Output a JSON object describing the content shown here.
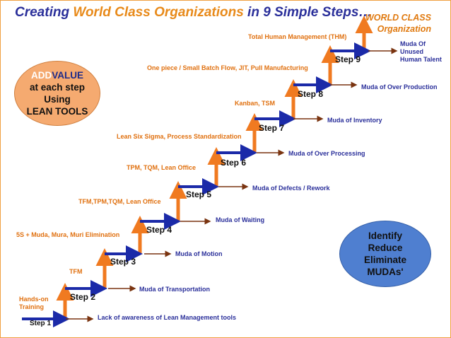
{
  "title": {
    "part1": "Creating ",
    "highlight": "World Class Organizations",
    "part2": " in 9 Simple Steps…"
  },
  "goal": {
    "line1": "WORLD CLASS",
    "line2": "Organization"
  },
  "add_value": {
    "add": "ADD",
    "value": "VALUE",
    "line2": "at each step",
    "line3": "Using",
    "line4": "LEAN TOOLS"
  },
  "mudas_bubble": {
    "line1": "Identify",
    "line2": "Reduce",
    "line3": "Eliminate",
    "line4": "MUDAs'"
  },
  "steps": [
    {
      "label": "Step 1",
      "tool": "Hands-on Training",
      "muda": "Lack of awareness of Lean Management tools"
    },
    {
      "label": "Step 2",
      "tool": "TFM",
      "muda": "Muda of Transportation"
    },
    {
      "label": "Step 3",
      "tool": "5S + Muda, Mura, Muri Elimination",
      "muda": "Muda of Motion"
    },
    {
      "label": "Step 4",
      "tool": "TFM,TPM,TQM, Lean Office",
      "muda": "Muda of  Waiting"
    },
    {
      "label": "Step 5",
      "tool": "TPM, TQM, Lean Office",
      "muda": "Muda of Defects / Rework"
    },
    {
      "label": "Step 6",
      "tool": "Lean Six Sigma, Process Standardization",
      "muda": "Muda of Over Processing"
    },
    {
      "label": "Step 7",
      "tool": "Kanban, TSM",
      "muda": "Muda of Inventory"
    },
    {
      "label": "Step 8",
      "tool": "One piece / Small Batch Flow, JIT, Pull Manufacturing",
      "muda": "Muda of Over Production"
    },
    {
      "label": "Step 9",
      "tool": "Total Human Management (THM)",
      "muda": "Muda Of Unused Human Talent"
    }
  ],
  "colors": {
    "step_bar": "#1b2aa8",
    "riser": "#f07a20",
    "muda_arrow": "#7a3410",
    "title": "#2a2f9a",
    "accent": "#e88a1a"
  }
}
